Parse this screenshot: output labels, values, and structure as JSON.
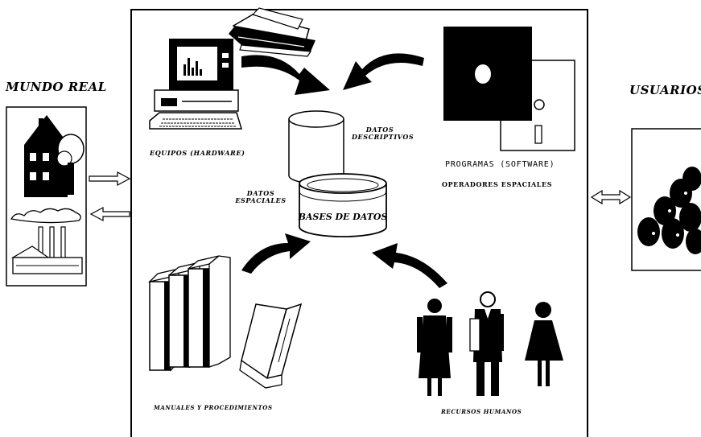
{
  "left": {
    "title": "MUNDO REAL"
  },
  "right": {
    "title": "USUARIOS"
  },
  "center": {
    "hardware": "EQUIPOS (HARDWARE)",
    "software": "PROGRAMAS (SOFTWARE)",
    "operators": "OPERADORES ESPACIALES",
    "descriptive_line1": "DATOS",
    "descriptive_line2": "DESCRIPTIVOS",
    "spatial_line1": "DATOS",
    "spatial_line2": "ESPACIALES",
    "database": "BASES DE DATOS",
    "manuals": "MANUALES Y PROCEDIMIENTOS",
    "people": "RECURSOS HUMANOS"
  }
}
